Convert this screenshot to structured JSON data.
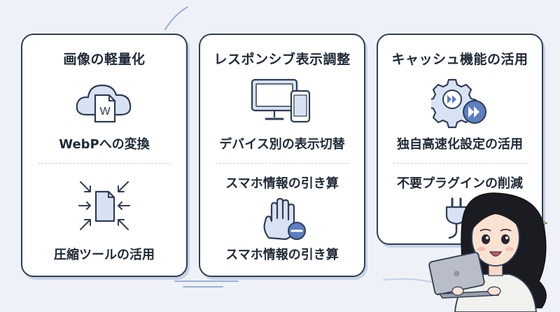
{
  "cards": [
    {
      "title": "画像の軽量化",
      "sections": [
        {
          "label": "WebPへの変換",
          "icon": "cloud-webp-file-icon"
        },
        {
          "label": "圧縮ツールの活用",
          "icon": "compress-file-icon"
        }
      ]
    },
    {
      "title": "レスポンシブ表示調整",
      "sections": [
        {
          "label": "デバイス別の表示切替",
          "icon": "monitor-phone-icon"
        },
        {
          "label": "スマホ情報の引き算",
          "icon": "hand-minus-icon"
        },
        {
          "label": "スマホ情報の引き算"
        }
      ]
    },
    {
      "title": "キャッシュ機能の活用",
      "sections": [
        {
          "label": "独自高速化設定の活用",
          "icon": "gear-fast-forward-icon"
        },
        {
          "label": "不要プラグインの削減",
          "icon": "plug-minus-icon"
        }
      ]
    }
  ],
  "webp_letter": "W",
  "colors": {
    "accent_blue": "#5b7fc0",
    "icon_fill": "#d7e3f4",
    "border": "#2f3d55",
    "background": "#eef2f8"
  }
}
